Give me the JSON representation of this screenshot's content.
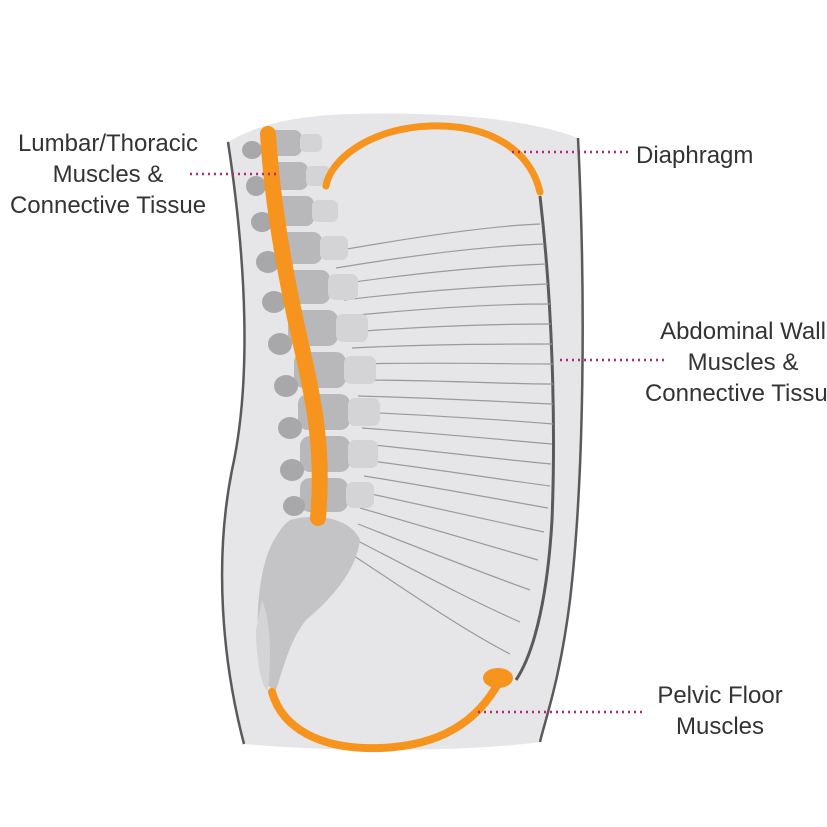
{
  "labels": {
    "lumbar": {
      "lines": [
        "Lumbar/Thoracic",
        "Muscles &",
        "Connective Tissue"
      ]
    },
    "diaphragm": {
      "lines": [
        "Diaphragm"
      ]
    },
    "abdominal": {
      "lines": [
        "Abdominal Wall",
        "Muscles &",
        "Connective Tissue"
      ]
    },
    "pelvic": {
      "lines": [
        "Pelvic Floor",
        "Muscles"
      ]
    }
  },
  "colors": {
    "muscle": "#F7941D",
    "leader": "#B5286E",
    "body_fill": "#E6E6E8",
    "outline": "#5A5A5A",
    "vertebra": "#B8B8BA",
    "vertebra_light": "#D4D4D6",
    "rib_line": "#9A9A9C",
    "label_text": "#333333"
  }
}
